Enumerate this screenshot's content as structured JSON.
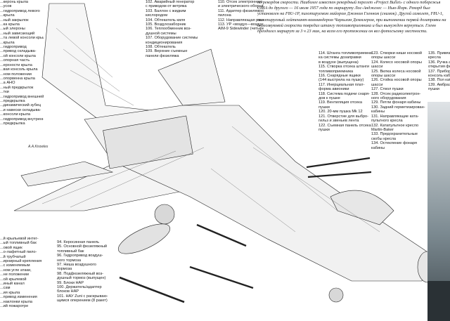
{
  "intro": {
    "text": "по рекордов скорости. Наиболее известен рекордный перелет «Project Bullet» с одного побережья США до другого — 16 июля 1957 года по маршруту Лос-Анджелес — Нью-Йорк. Рекорд был установлен на F8U-1P, пилотируемом майором Джоном Гленном (снимок). Другой самолет, F8U-1, пилотируемый лейтенант-коммандером Чарльзом Деммлером, при выполнении первой дозаправки на околозвуковой скорости повредил штангу топливоприемника и был вынужден вернуться. Гленн преодолел маршрут за 3 ч 23 мин, на всем его протяжении он вел фотосъемку местности."
  },
  "legend_left_top": [
    "...керонь крыла",
    "...усов",
    "...гидропривод левого",
    "...крыла",
    "...ный закрылок",
    "...ка крыла",
    "...ый элероны",
    "...ный зависающий",
    "...та левой консоли крыла",
    "...крыла",
    "...гидропривод",
    "...привод складыва-",
    "...ой консоли крыла",
    "...опорная часть",
    "...ерхности крыла",
    "...вая консоль крыла",
    "...ном положении",
    "...опорвенна крыла",
    "...а АНО",
    "...ный предкрылок",
    "...тки",
    "...гидропривод внешней",
    "...предкрылка",
    "...динамический зубец",
    "...и навески складыва-",
    "...консоли крыла",
    "...гидропривод внутренней",
    "...предкрылка"
  ],
  "legend_left_bottom": [
    "...й крыльевой интег-",
    "...ый топливный бак",
    "...овой ящик",
    "...о-лафетный пило-",
    "...й трубчатый",
    "...ирнирный крепления",
    "...с изменяемым",
    "...ном угле атаки,",
    "...не положении",
    "...ой крылевой",
    "...иный канал",
    "...сам",
    "...ия крыла",
    "...привод изменения",
    "...наклонки крыла",
    "...ий пожаротре"
  ],
  "legend_c1_top": [
    "102. Аварийный генератор",
    "с приводом от ветряка",
    "103. Баллон с жидким",
    "кислородом",
    "104. Обтекатель киля",
    "105. Воздухозаборник",
    "106. Теплообменник воз-",
    "душной системы",
    "107. Оборудование системы",
    "кондиционирования",
    "108. Обтекатель",
    "109. Верхние съемные",
    "панели фюзеляжа"
  ],
  "legend_c2_top": [
    "110. Отсек электронного",
    "и электрического оборудования",
    "111. Адаптер фюзеляжного",
    "пилона",
    "112. Направляющая ракеты",
    "113. УР «воздух—воздух»",
    "AIM-9 Sidewinder (четыре)"
  ],
  "legend_c1_bottom": [
    "94. Керосинная панель",
    "95. Основной фюзеляжный",
    "топливный бак",
    "96. Гидропривод воздуш-",
    "ного тормоза",
    "97. Ниша воздушного",
    "тормоза",
    "98. Подфюзеляжный воз-",
    "душный тормоз (выпущен)",
    "99. Блоки НАР",
    "100. Держатель/адаптер",
    "блоков НАР",
    "101. НАУ Zuni с раскрываю-",
    "щимся оперением (8 ракет)"
  ],
  "legend_mid_a": [
    "114. Штанга топливоприемни-",
    "ка системы дозаправки",
    "в воздухе (выпущена)",
    "115. Створка отсека штанги",
    "топливоприемника",
    "116. Снарядные ящики",
    "(144 выстрела на пушку)",
    "117. Инерциальная плат-",
    "форма авионики",
    "118. Система подачи снаря-",
    "дов к пушке",
    "119. Вентиляция отсека",
    "пушки",
    "120. 20-мм пушка Mk 12",
    "121. Отверстие для выбро-",
    "гильз и звеньев лента",
    "122. Съемная панель отсека",
    "пушки"
  ],
  "legend_mid_b": [
    "123. Створки ниши носовой",
    "опоры шасси",
    "124. Колесо носовой опоры",
    "шасси",
    "125. Вилка колеса носовой",
    "опоры шасси",
    "126. Стойка носовой опоры",
    "шасси",
    "127. Ствол пушки",
    "128. Отсек радиоэлектрон-",
    "ного оборудования",
    "129. Петли фонаря кабины",
    "130. Задний герметизирован-",
    "кабины",
    "131. Направляющие ката-",
    "пультного кресла",
    "132. Катапультное кресло",
    "Martin-Baker",
    "133. Предохранительные",
    "скобы кресла",
    "134. Остекление фонаря",
    "кабины"
  ],
  "legend_right": [
    "135. Привязные",
    "кресла",
    "136. Ручка аварийного",
    "открытия фонаря",
    "137. Приборная",
    "консоль кабины",
    "138. Пол кабины",
    "139. Амбразура",
    "пушки"
  ],
  "drawing": {
    "label": "A.A.Knowles"
  }
}
